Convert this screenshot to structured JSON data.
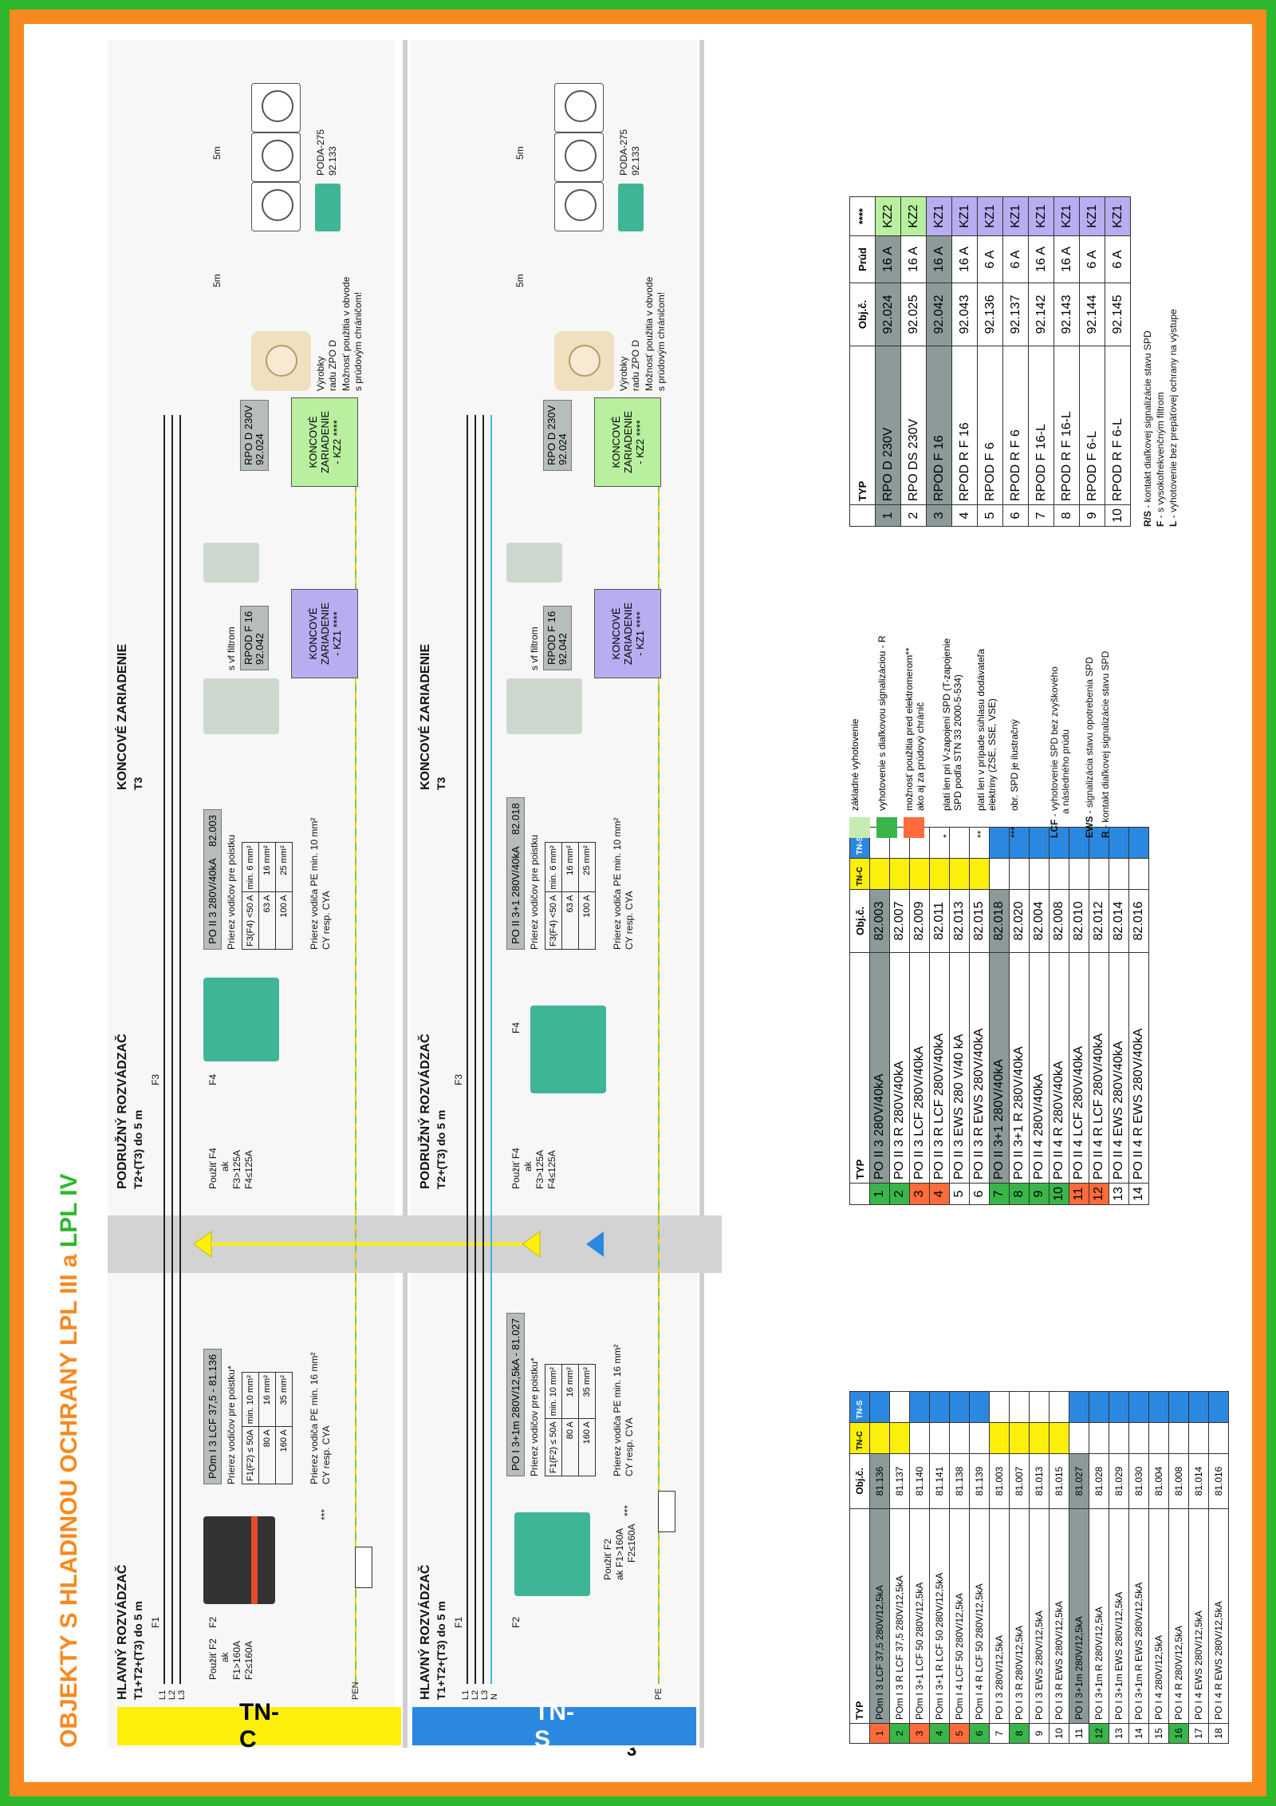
{
  "page_title_a": "OBJEKTY S HLADINOU OCHRANY LPL III a ",
  "page_title_b": "LPL IV",
  "page_number": "3",
  "colors": {
    "title_orange": "#f7891f",
    "title_green": "#2db82d",
    "tnc_yellow": "#fcf00b",
    "tns_blue": "#2b88e0",
    "kz1_purple": "#b8adf0",
    "kz2_green": "#b8f0a0",
    "row_gray": "#8c9a9a"
  },
  "tnc": {
    "net_label": "TN-C",
    "main_title": "HLAVNÝ ROZVÁDZAČ",
    "main_sub": "T1+T2+(T3) do 5 m",
    "wire_labels": [
      "L1",
      "L2",
      "L3"
    ],
    "pen": "PEN",
    "f1": "F1",
    "f2": "F2",
    "stars": "***",
    "use_note": [
      "Použiť F2",
      "ak",
      "F1>160A",
      "F2≤160A"
    ],
    "device_tag": "POm I 3 LCF 37,5 - 81.136",
    "cross_title": "Prierez vodičov pre poistku*",
    "cross_table": [
      [
        "F1(F2) ≤ 50A",
        "min. 10 mm²"
      ],
      [
        "80 A",
        "16 mm²"
      ],
      [
        "160 A",
        "35 mm²"
      ]
    ],
    "pe_note": [
      "Prierez vodiča PE min. 16 mm²",
      "CY resp. CYA"
    ],
    "sub_title": "PODRUŽNÝ ROZVÁDZAČ",
    "sub_sub": "T2+(T3) do 5 m",
    "f3": "F3",
    "f4": "F4",
    "sub_use": [
      "Použiť F4",
      "ak",
      "F3>125A",
      "F4≤125A"
    ],
    "sub_tag_a": "PO II 3 280V/40kA",
    "sub_tag_b": "82.003",
    "sub_cross_title": "Prierez vodičov pre poistku",
    "sub_cross_table": [
      [
        "F3(F4) <50 A",
        "min. 6 mm²"
      ],
      [
        "63 A",
        "16 mm²"
      ],
      [
        "100 A",
        "25 mm²"
      ]
    ],
    "sub_pe_note": [
      "Prierez vodiča PE min. 10 mm²",
      "CY resp. CYA"
    ],
    "end_title": "KONCOVÉ ZARIADENIE",
    "end_sub": "T3",
    "filter_label": "s vf filtrom",
    "rpod_tag": [
      "RPOD F 16",
      "92.042"
    ],
    "rpo_tag": [
      "RPO D 230V",
      "92.024"
    ],
    "kz1": [
      "KONCOVÉ",
      "ZARIADENIE",
      "- KZ1 ****"
    ],
    "kz2": [
      "KONCOVÉ",
      "ZARIADENIE",
      "- KZ2 ****"
    ],
    "zpo_note": [
      "Výrobky",
      "radu ZPO D"
    ],
    "rcd_note": [
      "Možnosť použitia v obvode",
      "s prúdovým chráničom!"
    ],
    "dist_5m_a": "5m",
    "dist_5m_b": "5m",
    "poda": [
      "PODA-275",
      "92.133"
    ]
  },
  "tns": {
    "net_label": "TN-S",
    "main_title": "HLAVNÝ ROZVÁDZAČ",
    "main_sub": "T1+T2+(T3) do 5 m",
    "wire_labels": [
      "L1",
      "L2",
      "L3",
      "N"
    ],
    "pe": "PE",
    "f1": "F1",
    "f2": "F2",
    "stars": "***",
    "use_note": [
      "Použiť F2",
      "ak F1>160A",
      "F2≤160A"
    ],
    "device_tag": "PO I 3+1m 280V/12,5kA - 81.027",
    "cross_title": "Prierez vodičov pre poistku*",
    "cross_table": [
      [
        "F1(F2) ≤ 50A",
        "min. 10 mm²"
      ],
      [
        "80 A",
        "16 mm²"
      ],
      [
        "160 A",
        "35 mm²"
      ]
    ],
    "pe_note": [
      "Prierez vodiča PE min. 16 mm²",
      "CY resp. CYA"
    ],
    "sub_title": "PODRUŽNÝ ROZVÁDZAČ",
    "sub_sub": "T2+(T3) do 5 m",
    "f3": "F3",
    "f4": "F4",
    "sub_use": [
      "Použiť F4",
      "ak",
      "F3>125A",
      "F4≤125A"
    ],
    "sub_tag_a": "PO II 3+1 280V/40kA",
    "sub_tag_b": "82.018",
    "sub_cross_title": "Prierez vodičov pre poistku",
    "sub_cross_table": [
      [
        "F3(F4) <50 A",
        "min. 6 mm²"
      ],
      [
        "63 A",
        "16 mm²"
      ],
      [
        "100 A",
        "25 mm²"
      ]
    ],
    "sub_pe_note": [
      "Prierez vodiča PE min. 10 mm²",
      "CY resp. CYA"
    ],
    "end_title": "KONCOVÉ ZARIADENIE",
    "end_sub": "T3",
    "filter_label": "s vf filtrom",
    "rpod_tag": [
      "RPOD F 16",
      "92.042"
    ],
    "rpo_tag": [
      "RPO D 230V",
      "92.024"
    ],
    "kz1": [
      "KONCOVÉ",
      "ZARIADENIE",
      "- KZ1 ****"
    ],
    "kz2": [
      "KONCOVÉ",
      "ZARIADENIE",
      "- KZ2 ****"
    ],
    "zpo_note": [
      "Výrobky",
      "radu ZPO D"
    ],
    "rcd_note": [
      "Možnosť použitia v obvode",
      "s prúdovým chráničom!"
    ],
    "dist_5m_a": "5m",
    "dist_5m_b": "5m",
    "poda": [
      "PODA-275",
      "92.133"
    ]
  },
  "table1": {
    "headers": [
      "",
      "TYP",
      "Obj.č.",
      "TN-C",
      "TN-S"
    ],
    "rows": [
      {
        "n": "1",
        "typ": "POm I 3 LCF 37,5 280V/12,5kA",
        "obj": "81.136",
        "tnc": true,
        "tns": true,
        "c": "red",
        "hl": true
      },
      {
        "n": "2",
        "typ": "POm I 3 R LCF 37,5 280V/12,5kA",
        "obj": "81.137",
        "tnc": true,
        "tns": false,
        "c": "green",
        "hl": false
      },
      {
        "n": "3",
        "typ": "POm I 3+1 LCF 50 280V/12,5kA",
        "obj": "81.140",
        "tnc": false,
        "tns": true,
        "c": "red",
        "hl": false
      },
      {
        "n": "4",
        "typ": "POm I 3+1 R LCF 50 280V/12,5kA",
        "obj": "81.141",
        "tnc": false,
        "tns": true,
        "c": "green",
        "hl": false
      },
      {
        "n": "5",
        "typ": "POm I 4 LCF 50 280V/12,5kA",
        "obj": "81.138",
        "tnc": false,
        "tns": true,
        "c": "red",
        "hl": false
      },
      {
        "n": "6",
        "typ": "POm I 4 R LCF 50 280V/12,5kA",
        "obj": "81.139",
        "tnc": false,
        "tns": true,
        "c": "green",
        "hl": false
      },
      {
        "n": "7",
        "typ": "PO I 3 280V/12,5kA",
        "obj": "81.003",
        "tnc": true,
        "tns": false,
        "c": "",
        "hl": false
      },
      {
        "n": "8",
        "typ": "PO I 3 R 280V/12,5kA",
        "obj": "81.007",
        "tnc": true,
        "tns": false,
        "c": "green",
        "hl": false
      },
      {
        "n": "9",
        "typ": "PO I 3 EWS 280V/12,5kA",
        "obj": "81.013",
        "tnc": true,
        "tns": false,
        "c": "",
        "hl": false
      },
      {
        "n": "10",
        "typ": "PO I 3 R EWS 280V/12,5kA",
        "obj": "81.015",
        "tnc": true,
        "tns": false,
        "c": "",
        "hl": false
      },
      {
        "n": "11",
        "typ": "PO I 3+1m 280V/12,5kA",
        "obj": "81.027",
        "tnc": false,
        "tns": true,
        "c": "",
        "hl": true
      },
      {
        "n": "12",
        "typ": "PO I 3+1m R 280V/12,5kA",
        "obj": "81.028",
        "tnc": false,
        "tns": true,
        "c": "green",
        "hl": false
      },
      {
        "n": "13",
        "typ": "PO I 3+1m EWS 280V/12,5kA",
        "obj": "81.029",
        "tnc": false,
        "tns": true,
        "c": "",
        "hl": false
      },
      {
        "n": "14",
        "typ": "PO I 3+1m R EWS 280V/12,5kA",
        "obj": "81.030",
        "tnc": false,
        "tns": true,
        "c": "",
        "hl": false
      },
      {
        "n": "15",
        "typ": "PO I 4 280V/12,5kA",
        "obj": "81.004",
        "tnc": false,
        "tns": true,
        "c": "",
        "hl": false
      },
      {
        "n": "16",
        "typ": "PO I 4 R 280V/12,5kA",
        "obj": "81.008",
        "tnc": false,
        "tns": true,
        "c": "green",
        "hl": false
      },
      {
        "n": "17",
        "typ": "PO I 4 EWS 280V/12,5kA",
        "obj": "81.014",
        "tnc": false,
        "tns": true,
        "c": "",
        "hl": false
      },
      {
        "n": "18",
        "typ": "PO I 4 R EWS 280V/12,5kA",
        "obj": "81.016",
        "tnc": false,
        "tns": true,
        "c": "",
        "hl": false
      }
    ]
  },
  "table2": {
    "headers": [
      "",
      "TYP",
      "Obj.č.",
      "TN-C",
      "TN-S"
    ],
    "rows": [
      {
        "n": "1",
        "typ": "PO II 3 280V/40kA",
        "obj": "82.003",
        "tnc": true,
        "tns": false,
        "c": "green",
        "hl": true
      },
      {
        "n": "2",
        "typ": "PO II 3 R 280V/40kA",
        "obj": "82.007",
        "tnc": true,
        "tns": false,
        "c": "green",
        "hl": false
      },
      {
        "n": "3",
        "typ": "PO II 3 LCF 280V/40kA",
        "obj": "82.009",
        "tnc": true,
        "tns": false,
        "c": "red",
        "hl": false
      },
      {
        "n": "4",
        "typ": "PO II 3 R LCF 280V/40kA",
        "obj": "82.011",
        "tnc": true,
        "tns": false,
        "c": "red",
        "hl": false
      },
      {
        "n": "5",
        "typ": "PO II 3 EWS 280 V/40 kA",
        "obj": "82.013",
        "tnc": true,
        "tns": false,
        "c": "",
        "hl": false
      },
      {
        "n": "6",
        "typ": "PO II 3 R EWS 280V/40kA",
        "obj": "82.015",
        "tnc": true,
        "tns": false,
        "c": "",
        "hl": false
      },
      {
        "n": "7",
        "typ": "PO II 3+1 280V/40kA",
        "obj": "82.018",
        "tnc": false,
        "tns": true,
        "c": "green",
        "hl": true
      },
      {
        "n": "8",
        "typ": "PO II 3+1 R 280V/40kA",
        "obj": "82.020",
        "tnc": false,
        "tns": true,
        "c": "green",
        "hl": false
      },
      {
        "n": "9",
        "typ": "PO II 4 280V/40kA",
        "obj": "82.004",
        "tnc": false,
        "tns": true,
        "c": "green",
        "hl": false
      },
      {
        "n": "10",
        "typ": "PO II 4 R 280V/40kA",
        "obj": "82.008",
        "tnc": false,
        "tns": true,
        "c": "green",
        "hl": false
      },
      {
        "n": "11",
        "typ": "PO II 4 LCF 280V/40kA",
        "obj": "82.010",
        "tnc": false,
        "tns": true,
        "c": "red",
        "hl": false
      },
      {
        "n": "12",
        "typ": "PO II 4 R LCF 280V/40kA",
        "obj": "82.012",
        "tnc": false,
        "tns": true,
        "c": "red",
        "hl": false
      },
      {
        "n": "13",
        "typ": "PO II 4 EWS 280V/40kA",
        "obj": "82.014",
        "tnc": false,
        "tns": true,
        "c": "",
        "hl": false
      },
      {
        "n": "14",
        "typ": "PO II 4 R EWS 280V/40kA",
        "obj": "82.016",
        "tnc": false,
        "tns": true,
        "c": "",
        "hl": false
      }
    ]
  },
  "table3": {
    "headers": [
      "",
      "TYP",
      "Obj.č.",
      "Prúd",
      "****"
    ],
    "rows": [
      {
        "n": "1",
        "typ": "RPO D 230V",
        "obj": "92.024",
        "prud": "16 A",
        "kz": "KZ2",
        "hl": true
      },
      {
        "n": "2",
        "typ": "RPO DS 230V",
        "obj": "92.025",
        "prud": "16 A",
        "kz": "KZ2",
        "hl": false
      },
      {
        "n": "3",
        "typ": "RPOD F 16",
        "obj": "92.042",
        "prud": "16 A",
        "kz": "KZ1",
        "hl": true
      },
      {
        "n": "4",
        "typ": "RPOD R F 16",
        "obj": "92.043",
        "prud": "16 A",
        "kz": "KZ1",
        "hl": false
      },
      {
        "n": "5",
        "typ": "RPOD F 6",
        "obj": "92.136",
        "prud": "6 A",
        "kz": "KZ1",
        "hl": false
      },
      {
        "n": "6",
        "typ": "RPOD R F 6",
        "obj": "92.137",
        "prud": "6 A",
        "kz": "KZ1",
        "hl": false
      },
      {
        "n": "7",
        "typ": "RPOD F 16-L",
        "obj": "92.142",
        "prud": "16 A",
        "kz": "KZ1",
        "hl": false
      },
      {
        "n": "8",
        "typ": "RPOD R F 16-L",
        "obj": "92.143",
        "prud": "16 A",
        "kz": "KZ1",
        "hl": false
      },
      {
        "n": "9",
        "typ": "RPOD F 6-L",
        "obj": "92.144",
        "prud": "6 A",
        "kz": "KZ1",
        "hl": false
      },
      {
        "n": "10",
        "typ": "RPOD R F 6-L",
        "obj": "92.145",
        "prud": "6 A",
        "kz": "KZ1",
        "hl": false
      }
    ]
  },
  "legend": {
    "base": "základné vyhotovenie",
    "remote": "vyhotovenie s diaľkovou signalizáciou - R",
    "meter": [
      "možnosť použitia pred elektromerom**",
      "ako aj za prúdový chránič"
    ],
    "star1_mark": "*",
    "star1": [
      "platí len pri V-zapojení SPD (T-zapojenie",
      "SPD podľa STN 33 2000-5-534)"
    ],
    "star2_mark": "**",
    "star2": [
      "platí len v prípade súhlasu dodávateľa",
      "elektriny (ZSE, SSE, VSE)"
    ],
    "star3_mark": "***",
    "star3": "obr. SPD je ilustračný",
    "lcf_key": "LCF",
    "lcf": [
      " - vyhotovenie SPD bez  zvyškového",
      "a následného prúdu"
    ],
    "ews_key": "EWS",
    "ews": " - signalizácia stavu opotrebenia SPD",
    "r_key": "R",
    "r": " - kontakt diaľkovej signalizácie stavu SPD"
  },
  "notes": {
    "rs_key": "R/S",
    "rs": " - kontakt diaľkovej signalizácie stavu SPD",
    "f_key": "F",
    "f": " - s vysokofrekvenčným filtrom",
    "l_key": "L",
    "l": " - vyhotovenie bez prepäťovej ochrany na výstupe"
  }
}
